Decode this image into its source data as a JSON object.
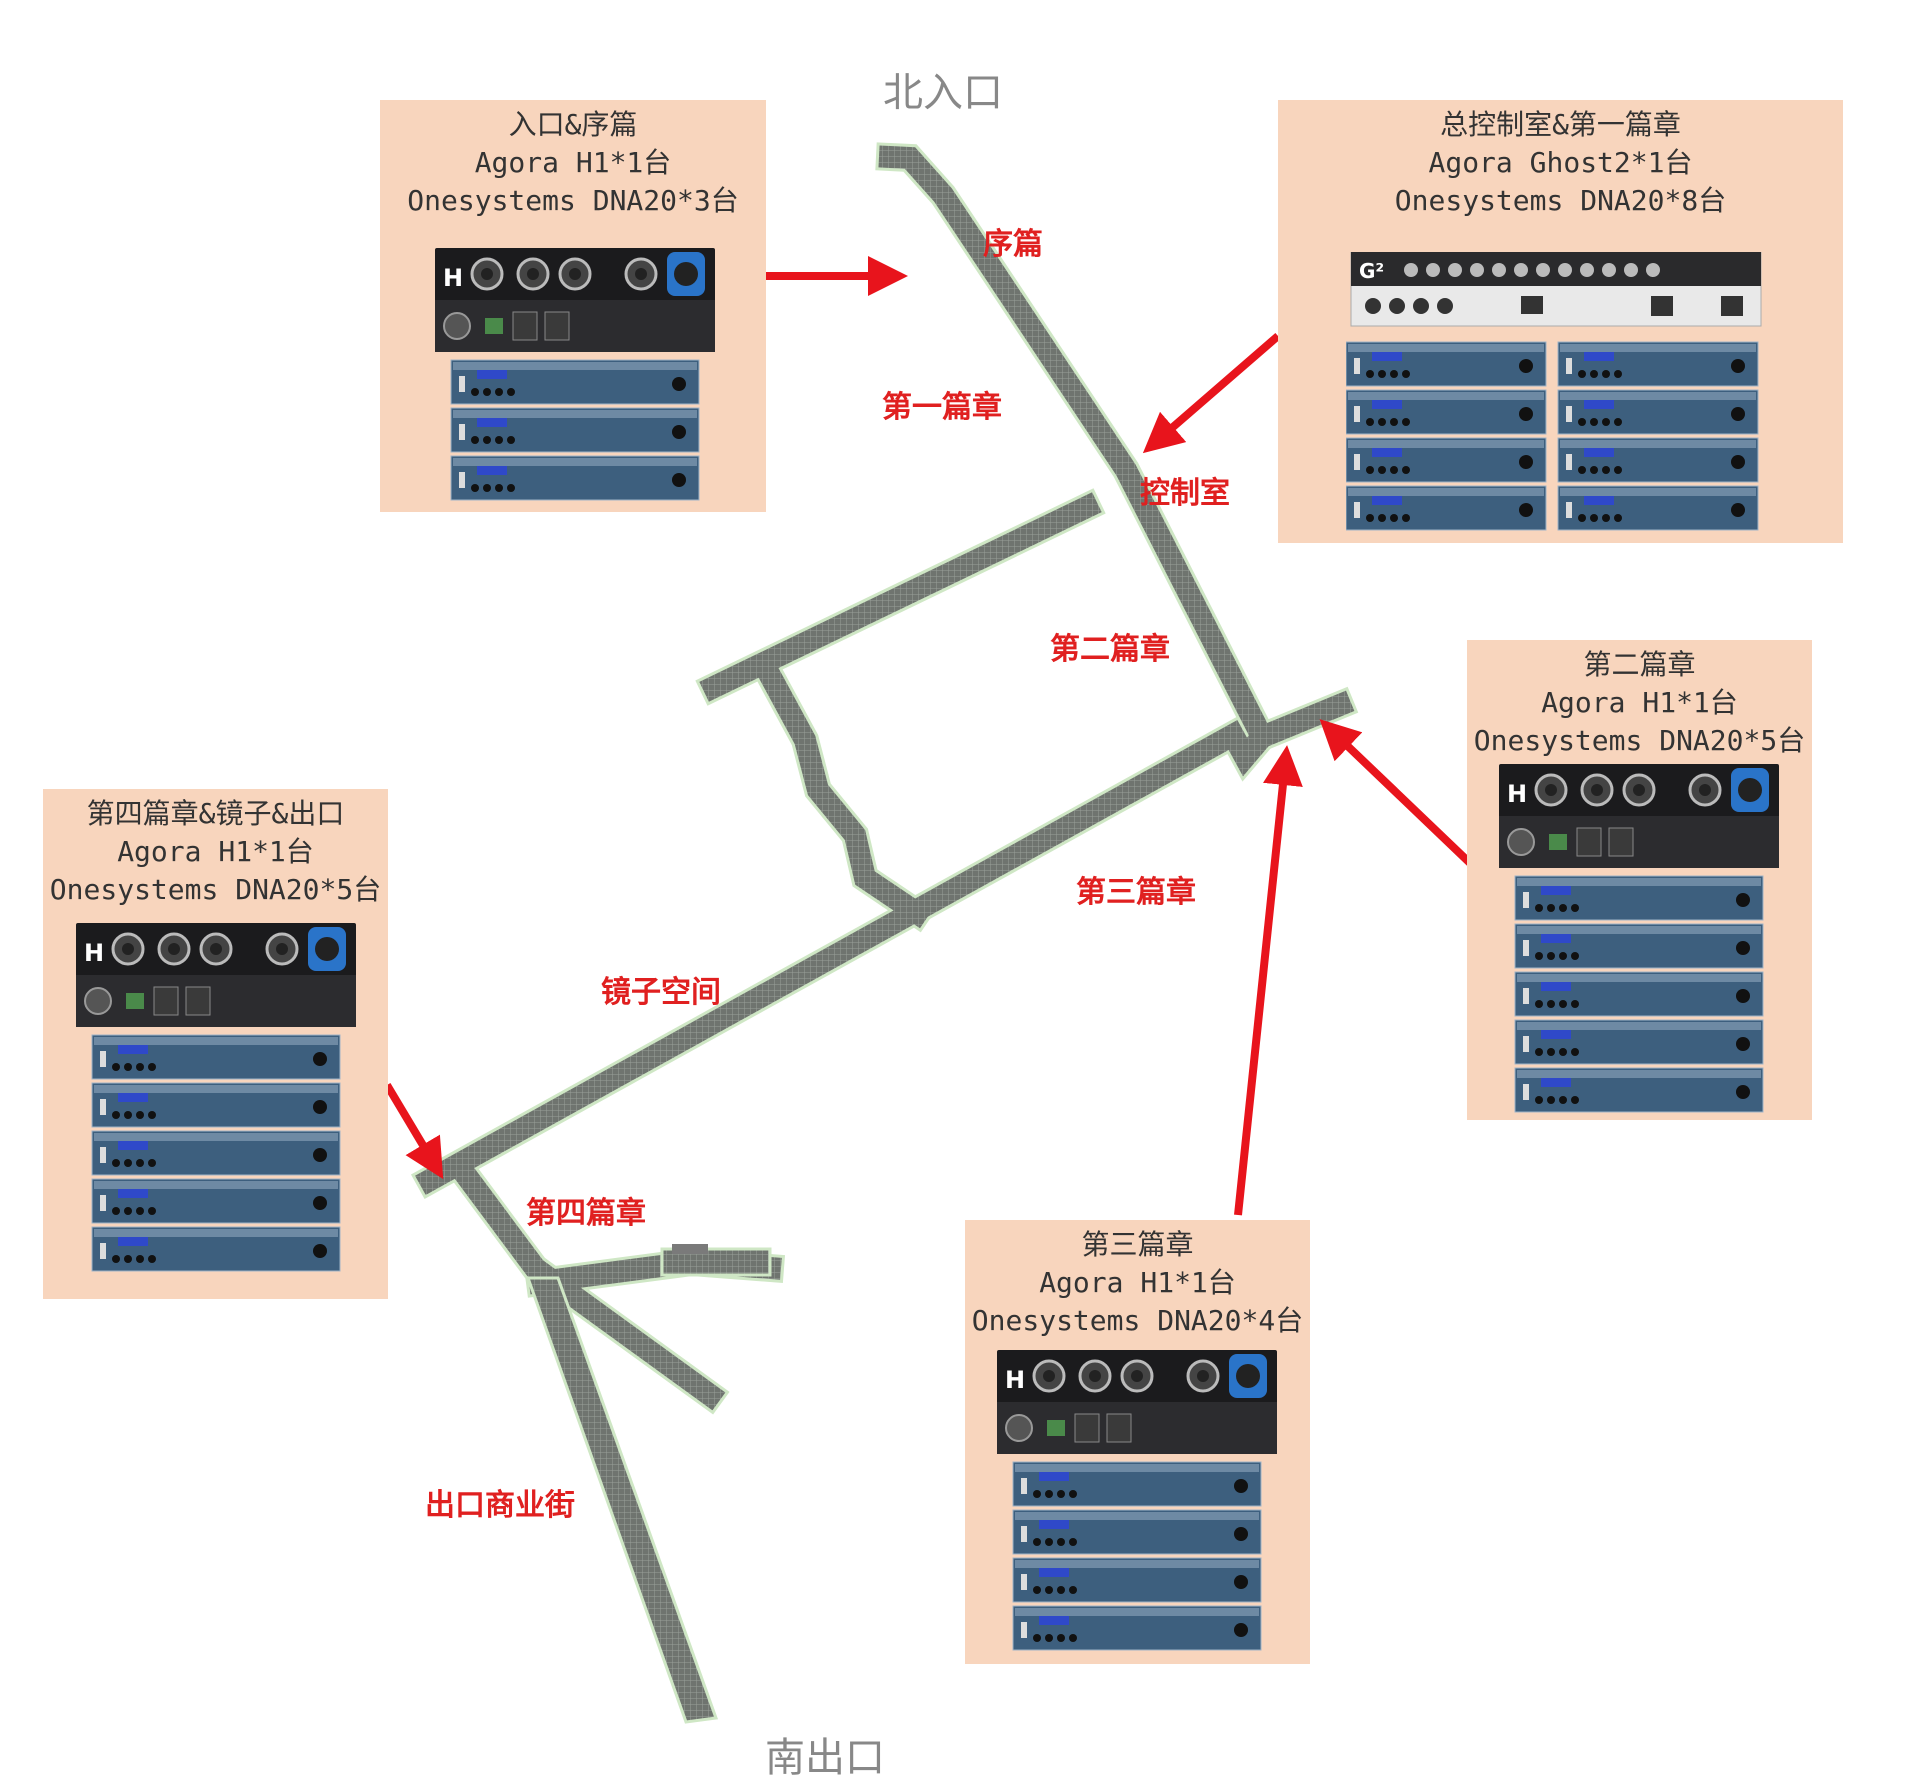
{
  "compass": {
    "north": "北入口",
    "south": "南出口"
  },
  "locations": {
    "prelude": "序篇",
    "chapter1": "第一篇章",
    "control": "控制室",
    "chapter2": "第二篇章",
    "chapter3": "第三篇章",
    "mirror": "镜子空间",
    "chapter4": "第四篇章",
    "exit_street": "出口商业街"
  },
  "boxes": {
    "entrance": {
      "title": "入口&序篇",
      "line1": "Agora H1*1台",
      "line2": "Onesystems DNA20*3台",
      "processor": "H1",
      "amp_count": 3
    },
    "control": {
      "title": "总控制室&第一篇章",
      "line1": "Agora Ghost2*1台",
      "line2": "Onesystems DNA20*8台",
      "processor": "G2",
      "amp_count": 8
    },
    "chapter2": {
      "title": "第二篇章",
      "line1": "Agora H1*1台",
      "line2": "Onesystems DNA20*5台",
      "processor": "H1",
      "amp_count": 5
    },
    "chapter4": {
      "title": "第四篇章&镜子&出口",
      "line1": "Agora H1*1台",
      "line2": "Onesystems DNA20*5台",
      "processor": "H1",
      "amp_count": 5
    },
    "chapter3": {
      "title": "第三篇章",
      "line1": "Agora H1*1台",
      "line2": "Onesystems DNA20*4台",
      "processor": "H1",
      "amp_count": 4
    }
  },
  "colors": {
    "box_bg": "#f8d5bd",
    "arrow": "#e8141c",
    "corridor": "#6f746f",
    "label": "#e02020"
  }
}
